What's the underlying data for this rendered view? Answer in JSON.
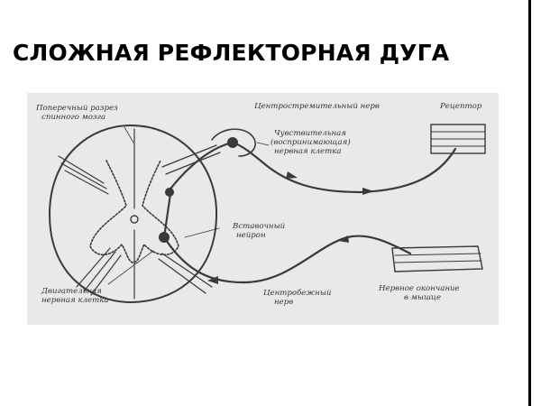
{
  "slide": {
    "title": "СЛОЖНАЯ РЕФЛЕКТОРНАЯ ДУГА"
  },
  "diagram": {
    "labels": {
      "cross_section": [
        "Поперечный разрез",
        "спинного мозга"
      ],
      "afferent_nerve": "Центростремительный нерв",
      "receptor": "Рецептор",
      "sensory_cell": [
        "Чувствительная",
        "(воспринимающая)",
        "нервная клетка"
      ],
      "interneuron": [
        "Вставочный",
        "нейрон"
      ],
      "motor_cell": [
        "Двигательная",
        "нервная клетка"
      ],
      "efferent_nerve": [
        "Центробежный",
        "нерв"
      ],
      "nerve_ending": [
        "Нервное окончание",
        "в мышце"
      ]
    },
    "colors": {
      "background": "#e9e9e9",
      "ink": "#3a3a3a"
    }
  }
}
